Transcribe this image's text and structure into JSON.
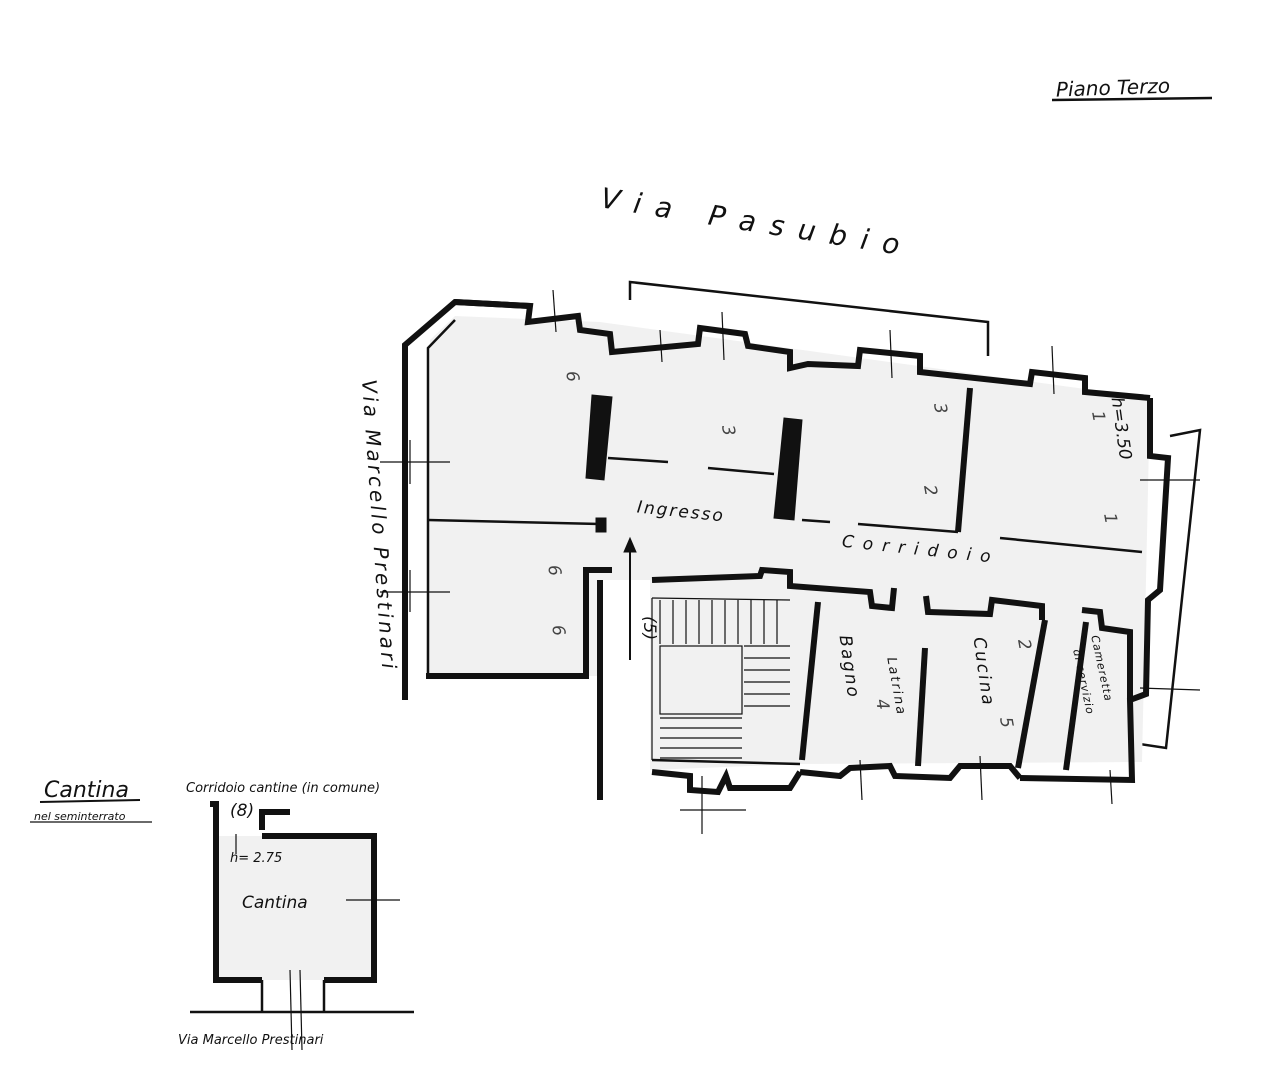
{
  "title": "Piano Terzo",
  "streets": {
    "north": "Via Pasubio",
    "west": "Via Marcello Prestinari"
  },
  "rooms": {
    "ingresso": "Ingresso",
    "corridoio": "Corridoio",
    "bagno": "Bagno",
    "latrina": "Latrina",
    "cucina": "Cucina",
    "cameretta_line1": "Cameretta",
    "cameretta_line2": "di servizio"
  },
  "annotations": {
    "ceiling_height": "h=3.50",
    "entrance_ref": "(5)",
    "room_marks": [
      "6",
      "3",
      "3",
      "1",
      "1",
      "2",
      "6",
      "6",
      "5",
      "4",
      "2"
    ]
  },
  "cellar": {
    "title": "Cantina",
    "subtitle": "nel seminterrato",
    "corridor": "Corridoio cantine (in comune)",
    "ref": "(8)",
    "height": "h= 2.75",
    "room": "Cantina",
    "street": "Via Marcello Prestinari"
  }
}
